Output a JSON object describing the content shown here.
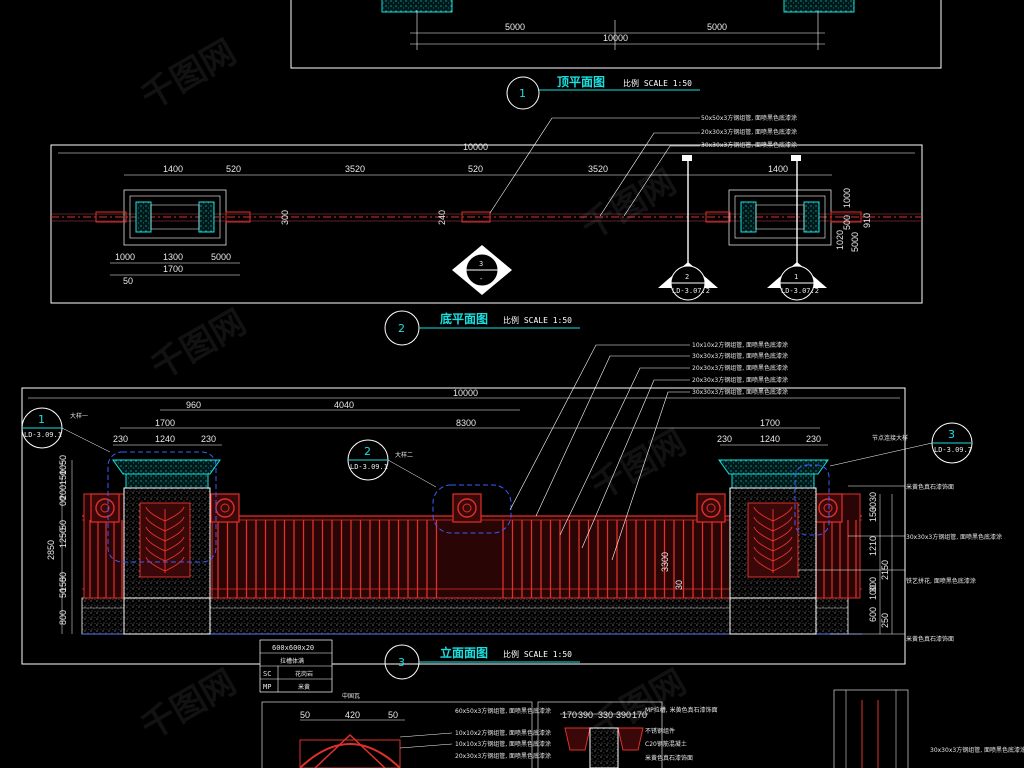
{
  "colors": {
    "bg": "#000000",
    "cyan": "#19e0e0",
    "red": "#e0302a",
    "pink": "#b8405a",
    "white": "#ffffff",
    "blue": "#3a5cff",
    "gray": "#9a9a9a"
  },
  "top_plan": {
    "dims": [
      "5000",
      "5000",
      "10000"
    ],
    "title": "顶平面图",
    "scale": "比例 SCALE 1:50",
    "number": "1"
  },
  "bottom_plan": {
    "title": "底平面图",
    "scale": "比例 SCALE 1:50",
    "number": "2",
    "dims_top": [
      "10000",
      "1400",
      "520",
      "3520",
      "520",
      "3520",
      "1400"
    ],
    "dims_left_bottom": [
      "1000",
      "1300",
      "5000",
      "1700",
      "50"
    ],
    "dim_left_side": "300",
    "dim_mid": "240",
    "dims_right_side": [
      "1000",
      "500",
      "1020",
      "5000",
      "910"
    ],
    "callouts": [
      "50x50x3方钢组管, 面喷黑色底漆涂",
      "20x30x3方钢组管, 面喷黑色底漆涂",
      "30x30x3方钢组管, 面喷黑色底漆涂"
    ],
    "section_marks": [
      {
        "num": "3",
        "ref": "-"
      },
      {
        "num": "2",
        "ref": "LD-3.07.2"
      },
      {
        "num": "1",
        "ref": "LD-3.07.2"
      }
    ]
  },
  "elevation": {
    "title": "立面面图",
    "scale": "比例 SCALE 1:50",
    "number": "3",
    "dims_top": [
      "10000",
      "960",
      "4040",
      "1700",
      "8300",
      "1700"
    ],
    "dims_post_left": [
      "230",
      "1240",
      "230"
    ],
    "dims_post_right": [
      "230",
      "1240",
      "230"
    ],
    "dims_left": [
      "50",
      "10",
      "150",
      "200",
      "00",
      "50",
      "2850",
      "1250",
      "50",
      "150",
      "50",
      "800"
    ],
    "dims_right": [
      "3030",
      "150",
      "1210",
      "2150",
      "300",
      "100",
      "600",
      "250"
    ],
    "dim_mid": "3300",
    "dim_mid_small": "30",
    "callouts": [
      "10x10x2方钢组管, 面喷黑色底漆涂",
      "30x30x3方钢组管, 面喷黑色底漆涂",
      "20x30x3方钢组管, 面喷黑色底漆涂",
      "20x30x3方钢组管, 面喷黑色底漆涂",
      "30x30x3方钢组管, 面喷黑色底漆涂"
    ],
    "right_notes": [
      "米黄色真石漆饰面",
      "30x30x3方钢组管, 面喷黑色底漆涂",
      "铁艺拼花, 面喷黑色底漆涂",
      "米黄色真石漆饰面"
    ],
    "detail_left": {
      "num": "1",
      "ref": "LD-3.09.1",
      "label": "大样一"
    },
    "detail_mid": {
      "num": "2",
      "ref": "LD-3.09.1",
      "label": "大样二"
    },
    "detail_right": {
      "num": "3",
      "ref": "LD-3.09.7",
      "label": "节点连接大样"
    }
  },
  "material_table": {
    "header": "600x600x20",
    "subheader": "拉槽体满",
    "rows": [
      [
        "SC",
        "花岗岩"
      ],
      [
        "MP",
        "米黄"
      ]
    ]
  },
  "bottom_details": {
    "mid_title": "中国瓦",
    "dims": [
      "50",
      "420",
      "50",
      "170",
      "390",
      "330",
      "390",
      "170"
    ],
    "notes": [
      "60x50x3方钢组管, 面喷黑色底漆涂",
      "10x10x2方钢组管, 面喷黑色底漆涂",
      "10x10x3方钢组管, 面喷黑色底漆涂",
      "20x30x3方钢组管, 面喷黑色底漆涂"
    ],
    "right_notes": [
      "MP拉槽, 米黄色真石漆饰面",
      "不锈钢组件",
      "C20钢筋混凝土",
      "米黄色真石漆饰面"
    ],
    "far_note": "30x30x3方钢组管, 面喷黑色底漆涂"
  },
  "watermark": "千图网"
}
